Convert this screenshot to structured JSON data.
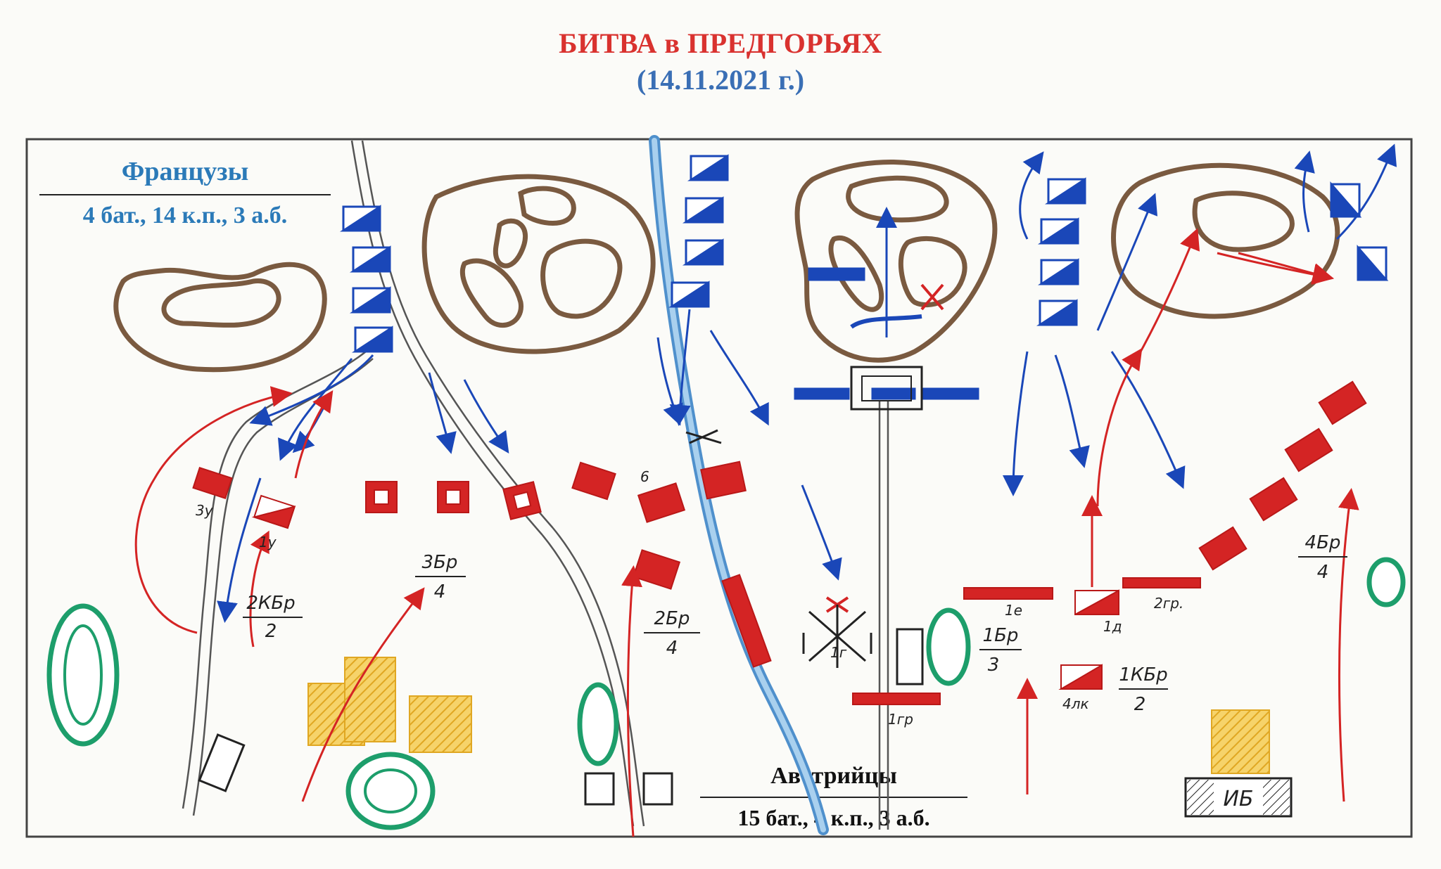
{
  "title": "БИТВА в ПРЕДГОРЬЯХ",
  "date": "(14.11.2021 г.)",
  "french": {
    "name": "Французы",
    "force": "4 бат., 14 к.п., 3 а.б."
  },
  "austrian": {
    "name": "Австрийцы",
    "force": "15 бат., 4 к.п., 3 а.б."
  },
  "colors": {
    "french": "#1a47b8",
    "austrian": "#d42424",
    "hills": "#7a5a40",
    "woods": "#1d9e6b",
    "river": "#4f90cc",
    "village": "#f2c246"
  },
  "unit_labels": {
    "l_3u": "3у",
    "l_1u": "1у",
    "l_b": "6",
    "l_1e": "1е",
    "l_1d": "1д",
    "l_2gr": "2гр.",
    "l_1gr": "1гр",
    "l_4lk": "4лк",
    "l_1g": "1г"
  },
  "brigades": {
    "kb2": {
      "num": "2КБр",
      "den": "2"
    },
    "b3": {
      "num": "3Бр",
      "den": "4"
    },
    "b2": {
      "num": "2Бр",
      "den": "4"
    },
    "b1": {
      "num": "1Бр",
      "den": "3"
    },
    "kb1": {
      "num": "1КБр",
      "den": "2"
    },
    "b4": {
      "num": "4Бр",
      "den": "4"
    }
  },
  "hq_label": "ИБ"
}
